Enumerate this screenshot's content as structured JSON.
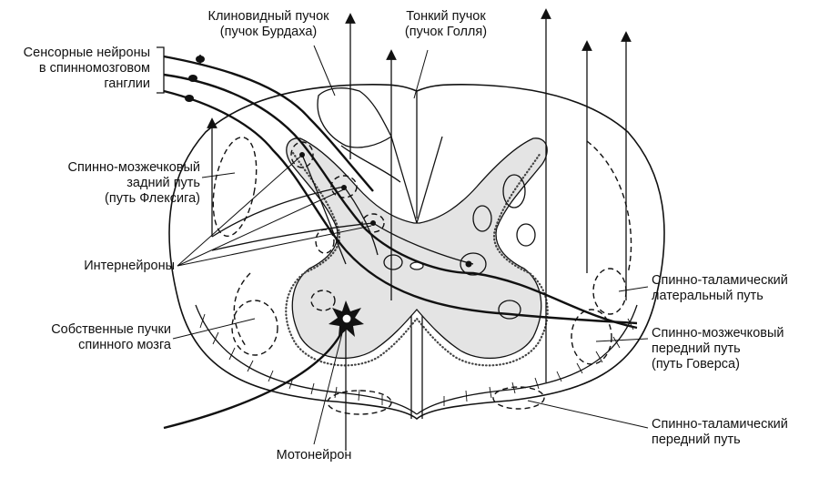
{
  "labels": {
    "cuneate": [
      "Клиновидный пучок",
      "(пучок Бурдаха)"
    ],
    "gracile": [
      "Тонкий пучок",
      "(пучок Голля)"
    ],
    "sensory": [
      "Сенсорные нейроны",
      "в спинномозговом",
      "ганглии"
    ],
    "dorsal_spinocerebellar": [
      "Спинно-мозжечковый",
      "задний путь",
      "(путь Флексига)"
    ],
    "interneurons": [
      "Интернейроны"
    ],
    "proper_fasciculi": [
      "Собственные пучки",
      "спинного мозга"
    ],
    "motoneuron": [
      "Мотонейрон"
    ],
    "lateral_spinothalamic": [
      "Спинно-таламический",
      "латеральный путь"
    ],
    "ventral_spinocerebellar": [
      "Спинно-мозжечковый",
      "передний путь",
      "(путь Говерса)"
    ],
    "anterior_spinothalamic": [
      "Спинно-таламический",
      "передний путь"
    ]
  }
}
